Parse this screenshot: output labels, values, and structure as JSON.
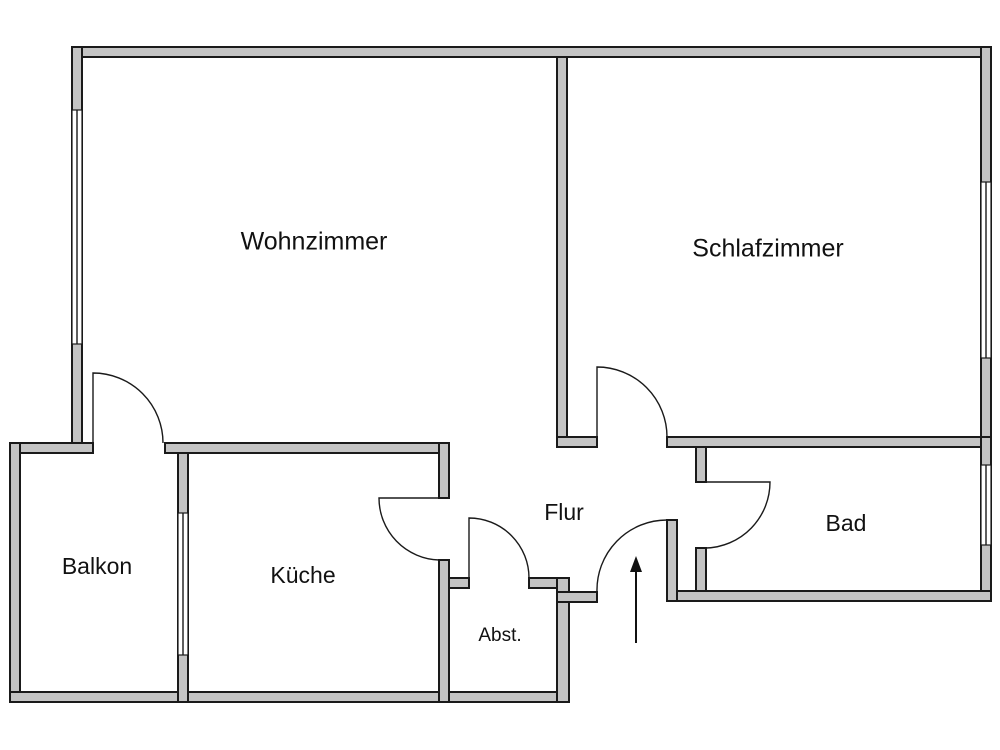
{
  "rooms": {
    "wohnzimmer": "Wohnzimmer",
    "schlafzimmer": "Schlafzimmer",
    "balkon": "Balkon",
    "kueche": "Küche",
    "flur": "Flur",
    "bad": "Bad",
    "abstellraum": "Abst."
  },
  "colors": {
    "wall_fill": "#c4c4c4",
    "line": "#1a1a1a",
    "background": "#ffffff"
  }
}
